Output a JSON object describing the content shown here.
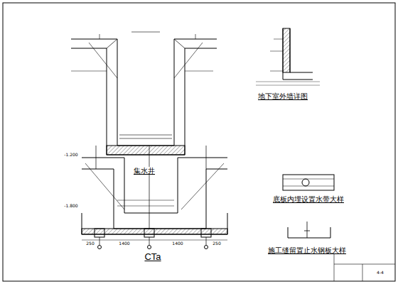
{
  "diagram": {
    "labels": [
      "集水井",
      "地下室外墙详图",
      "CTa",
      "底板内埋设置水带大样",
      "施工缝留置止水钢板大样",
      "250",
      "1400",
      "1400",
      "250",
      "-1.200",
      "-1.800",
      "4-4"
    ]
  }
}
